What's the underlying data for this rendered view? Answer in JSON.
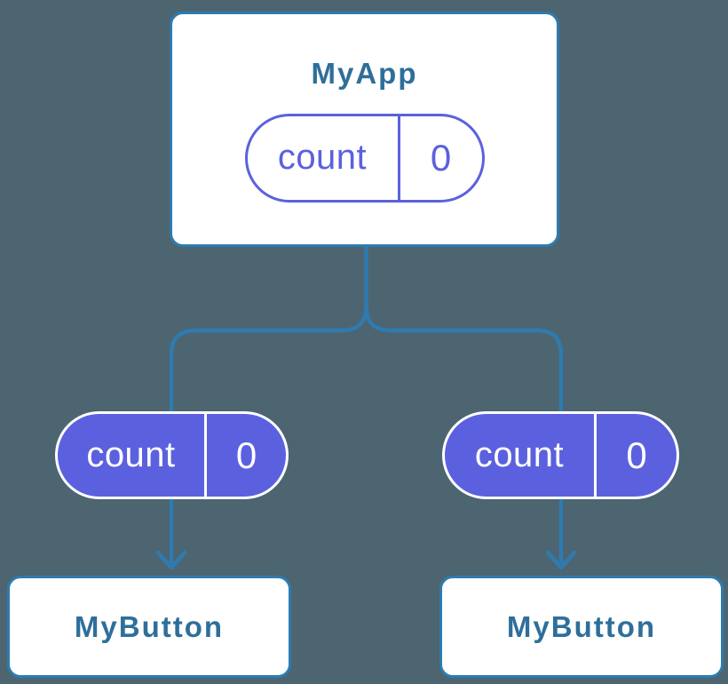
{
  "diagram": {
    "description": "React component tree showing state shared from a parent to two children",
    "colors": {
      "background": "#4c6571",
      "connector_blue": "#2e7bb0",
      "card_border_blue": "#2e7bb0",
      "card_background": "#ffffff",
      "title_text_blue": "#2e6f9a",
      "state_purple": "#5b61de",
      "pill_text_on_purple": "#ffffff"
    },
    "icons": {
      "arrowhead": "chevron-down-arrow"
    },
    "root_component": {
      "title": "MyApp",
      "state": {
        "label": "count",
        "value": "0"
      }
    },
    "child_components": [
      {
        "title": "MyButton",
        "prop": {
          "label": "count",
          "value": "0"
        }
      },
      {
        "title": "MyButton",
        "prop": {
          "label": "count",
          "value": "0"
        }
      }
    ]
  }
}
